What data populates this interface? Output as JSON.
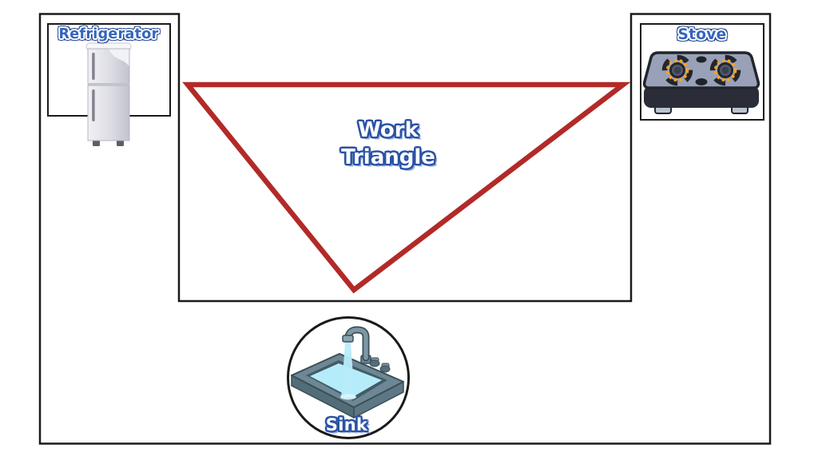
{
  "diagram": {
    "title_line1": "Work",
    "title_line2": "Triangle",
    "stations": {
      "refrigerator": {
        "label": "Refrigerator"
      },
      "stove": {
        "label": "Stove"
      },
      "sink": {
        "label": "Sink"
      }
    },
    "icons": {
      "refrigerator": "refrigerator-icon",
      "stove": "stove-icon",
      "sink": "sink-icon"
    },
    "colors": {
      "triangle_red": "#b22a28",
      "outline_black": "#1a1a1a",
      "label_blue": "#3565bd",
      "label_navy": "#1d3f8f",
      "title_blue": "#2b52a5",
      "flame_orange": "#f6a523",
      "water_blue": "#b5ecfa",
      "stove_top": "#99a1b8",
      "stove_front": "#2a2d38",
      "sink_body": "#6d8894"
    }
  }
}
